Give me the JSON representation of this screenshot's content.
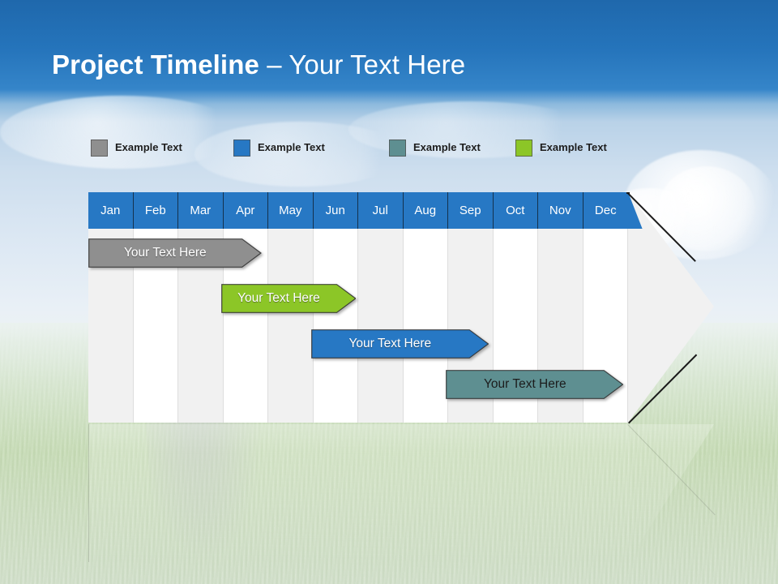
{
  "slide": {
    "title_strong": "Project Timeline",
    "title_separator": " – ",
    "title_light": "Your Text Here"
  },
  "colors": {
    "header_blue": "#2778C4",
    "title_band_blue": "#2574BB",
    "gray_bar": "#8F8F8F",
    "green_bar": "#8CC627",
    "blue_bar": "#2778C4",
    "teal_bar": "#5E8F91",
    "column_shade": "#F1F1F1",
    "column_plain": "#FFFFFF",
    "outline": "#1A1A1A"
  },
  "legend": {
    "items": [
      {
        "label": "Example Text",
        "color": "#8F8F8F",
        "swatch": "legend-swatch-gray"
      },
      {
        "label": "Example Text",
        "color": "#2778C4",
        "swatch": "legend-swatch-blue"
      },
      {
        "label": "Example Text",
        "color": "#5E8F91",
        "swatch": "legend-swatch-teal"
      },
      {
        "label": "Example Text",
        "color": "#8CC627",
        "swatch": "legend-swatch-green"
      }
    ]
  },
  "chart_data": {
    "type": "bar",
    "title": "Project Timeline – Your Text Here",
    "xlabel": "",
    "ylabel": "",
    "grid": true,
    "legend_position": "top",
    "categories": [
      "Jan",
      "Feb",
      "Mar",
      "Apr",
      "May",
      "Jun",
      "Jul",
      "Aug",
      "Sep",
      "Oct",
      "Nov",
      "Dec"
    ],
    "column_shading": [
      "shade",
      "plain",
      "shade",
      "plain",
      "shade",
      "plain",
      "shade",
      "plain",
      "shade",
      "plain",
      "shade",
      "plain"
    ],
    "series": [
      {
        "name": "Example Text",
        "label": "Your  Text Here",
        "color": "#8F8F8F",
        "text_color": "#FFFFFF",
        "start_month": "Jan",
        "end_month": "Apr",
        "start_index": 0,
        "end_index": 3.85,
        "row": 1
      },
      {
        "name": "Example Text",
        "label": "Your  Text Here",
        "color": "#8CC627",
        "text_color": "#FFFFFF",
        "start_month": "Apr",
        "end_month": "Jun",
        "start_index": 2.95,
        "end_index": 5.95,
        "row": 2
      },
      {
        "name": "Example Text",
        "label": "Your  Text Here",
        "color": "#2778C4",
        "text_color": "#FFFFFF",
        "start_month": "Jun",
        "end_month": "Sep",
        "start_index": 4.95,
        "end_index": 8.9,
        "row": 3
      },
      {
        "name": "Example Text",
        "label": "Your  Text Here",
        "color": "#5E8F91",
        "text_color": "#1C1C1C",
        "start_month": "Sep",
        "end_month": "Dec",
        "start_index": 7.95,
        "end_index": 11.9,
        "row": 4
      }
    ]
  }
}
